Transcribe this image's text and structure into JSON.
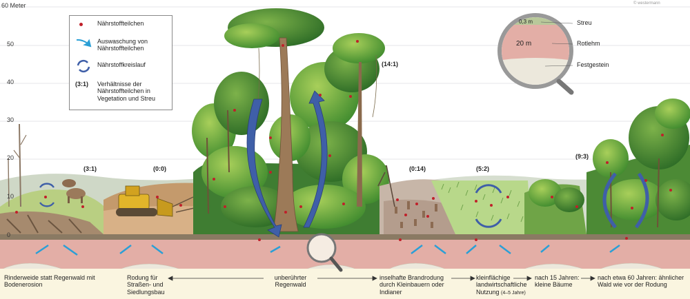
{
  "y_axis": {
    "ticks": [
      "60 Meter",
      "50",
      "40",
      "30",
      "20",
      "10",
      "0"
    ]
  },
  "copyright": "© westermann",
  "legend": {
    "items": [
      {
        "text": "Nährstoffteilchen"
      },
      {
        "text": "Auswaschung von Nährstoffteilchen"
      },
      {
        "text": "Nährstoffkreislauf"
      },
      {
        "symbol": "(3:1)",
        "text": "Verhältnisse der Nährstoffteilchen in Vegetation und Streu"
      }
    ]
  },
  "ratios": {
    "pasture": "(3:1)",
    "road": "(0:0)",
    "rainforest": "(14:1)",
    "slash_burn": "(0:14)",
    "farming": "(5:2)",
    "regrowth": "(9:3)"
  },
  "soil_profile": {
    "layer_top": "Streu",
    "layer_middle": "Rotlehm",
    "layer_bottom": "Festgestein",
    "depth_top": "0,3 m",
    "depth_middle": "20 m"
  },
  "captions": {
    "pasture": "Rinderweide statt Regenwald mit Bodenerosion",
    "road": "Rodung für Straßen- und Siedlungsbau",
    "rainforest": "unberührter Regenwald",
    "slash_burn": "inselhafte Brandrodung durch Kleinbauern oder Indianer",
    "farming": "kleinflächige landwirtschaftliche Nutzung",
    "farming_note": "(4–5 Jahre)",
    "after15": "nach 15 Jahren: kleine Bäume",
    "after60": "nach etwa 60 Jahren: ähnlicher Wald wie vor der Rodung"
  },
  "colors": {
    "soil": "#e3aea6",
    "bedrock": "#ece8dc",
    "caption_band": "#faf5e0",
    "cycle_arrow": "#3f5fa8",
    "leach_arrow": "#2a9fd6",
    "nutrient": "#c0202a"
  }
}
